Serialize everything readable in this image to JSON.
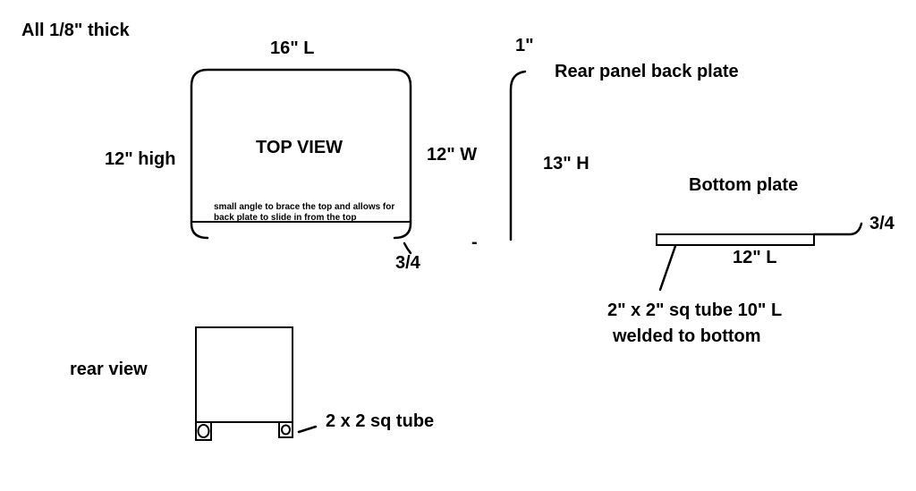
{
  "diagram": {
    "note_thickness": "All 1/8\" thick",
    "top_view": {
      "length_label": "16\"  L",
      "height_label": "12\" high",
      "width_label": "12\"  W",
      "title": "TOP VIEW",
      "note_line1": "small angle to brace the top and allows for",
      "note_line2": "back plate to slide in from the top",
      "corner_label": "3/4"
    },
    "rear_panel": {
      "top_label": "1\"",
      "title": "Rear panel back plate",
      "height_label": "13\" H",
      "dash": "-"
    },
    "bottom_plate": {
      "title": "Bottom plate",
      "lip_label": "3/4",
      "length_label": "12\" L",
      "tube_line1": "2\" x 2\" sq tube  10\" L",
      "tube_line2": "welded to bottom"
    },
    "rear_view": {
      "title": "rear view",
      "tube_label": "2 x 2 sq tube"
    }
  }
}
